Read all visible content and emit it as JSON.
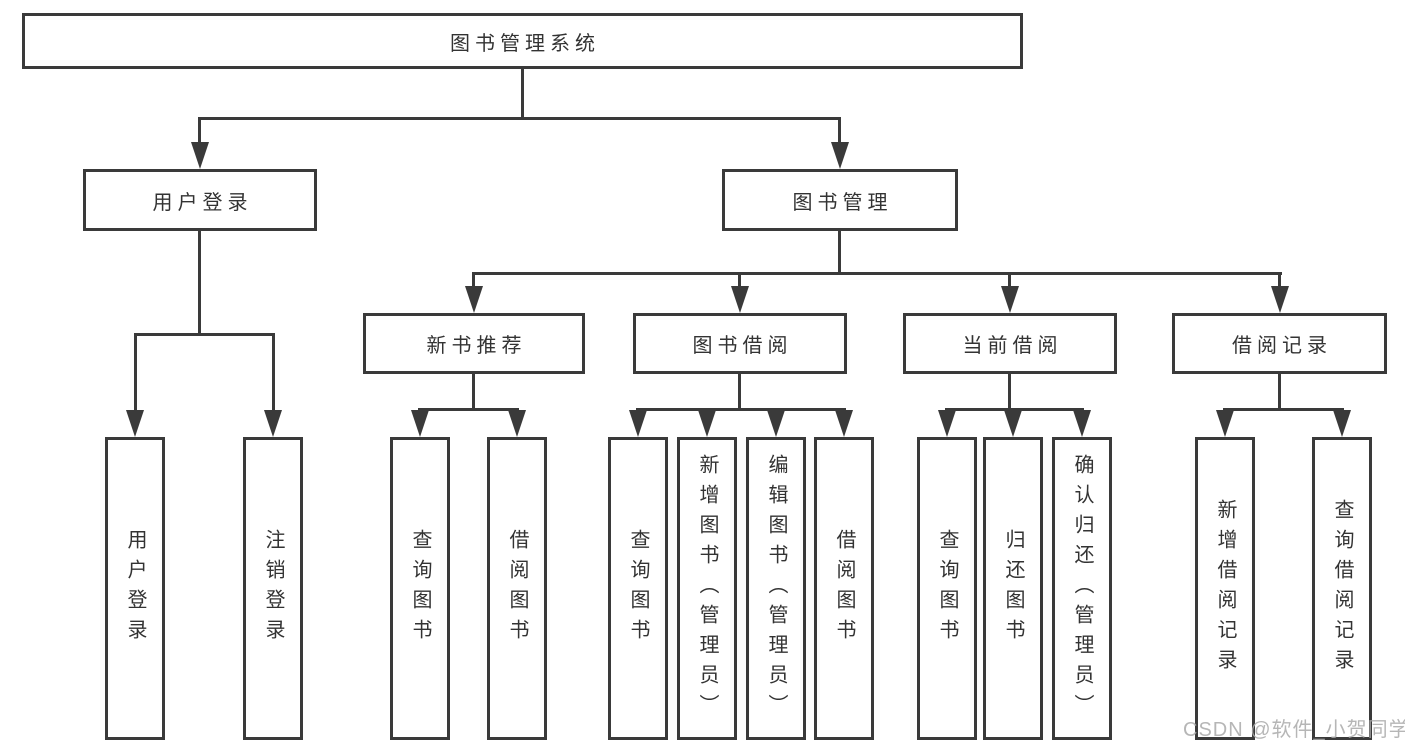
{
  "tree": {
    "root": {
      "label": "图书管理系统"
    },
    "children": [
      {
        "label": "用户登录",
        "children": [
          {
            "label": "用户登录"
          },
          {
            "label": "注销登录"
          }
        ]
      },
      {
        "label": "图书管理",
        "children": [
          {
            "label": "新书推荐",
            "children": [
              {
                "label": "查询图书"
              },
              {
                "label": "借阅图书"
              }
            ]
          },
          {
            "label": "图书借阅",
            "children": [
              {
                "label": "查询图书"
              },
              {
                "label": "新增图书（管理员）"
              },
              {
                "label": "编辑图书（管理员）"
              },
              {
                "label": "借阅图书"
              }
            ]
          },
          {
            "label": "当前借阅",
            "children": [
              {
                "label": "查询图书"
              },
              {
                "label": "归还图书"
              },
              {
                "label": "确认归还（管理员）"
              }
            ]
          },
          {
            "label": "借阅记录",
            "children": [
              {
                "label": "新增借阅记录"
              },
              {
                "label": "查询借阅记录"
              }
            ]
          }
        ]
      }
    ]
  },
  "watermark": {
    "text": "CSDN @软件_小贺同学"
  },
  "colors": {
    "line": "#3a3a3a",
    "text": "#333333",
    "background": "#ffffff",
    "watermark": "#aaaaaa"
  }
}
